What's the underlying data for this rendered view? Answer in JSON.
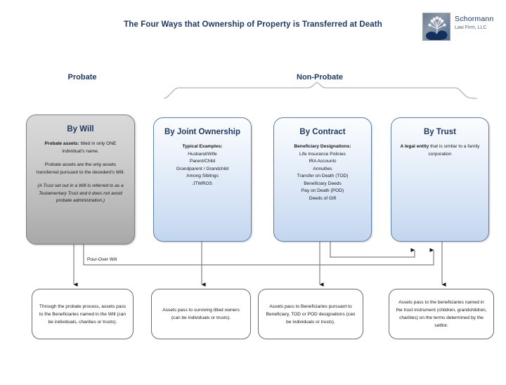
{
  "document": {
    "title": "The Four Ways that Ownership of Property is Transferred at Death"
  },
  "logo": {
    "icon": "tree-logo-icon",
    "name": "Schormann",
    "subtitle": "Law Firm, LLC"
  },
  "groups": {
    "probate_label": "Probate",
    "nonprobate_label": "Non-Probate"
  },
  "cards": {
    "will": {
      "title": "By Will",
      "p1_bold": "Probate assets:",
      "p1_rest": "  titled in only ONE individual's name.",
      "p2": "Probate assets are the only assets transferred pursuant to the decedent's Will.",
      "p3_italic": "(A Trust set out in a Will is referred to as a Testamentary Trust and it does not avoid probate administration.)"
    },
    "joint": {
      "title": "By Joint Ownership",
      "list_head": "Typical Examples:",
      "items": [
        "Husband/Wife",
        "Parent/Child",
        "Grandparent / Grandchild",
        "Among Siblings",
        "JTWROS"
      ]
    },
    "contract": {
      "title": "By Contract",
      "list_head": "Beneficiary Designations:",
      "items": [
        "Life Insurance Policies",
        "IRA Accounts",
        "Annuities",
        "Transfer on Death (TOD)",
        "Beneficiary Deeds",
        "Pay on Death (POD)",
        "Deeds of Gift"
      ]
    },
    "trust": {
      "title": "By Trust",
      "p1_bold": "A legal entity",
      "p1_rest": " that is similar to a family corporation"
    }
  },
  "outcomes": {
    "will": "Through the probate process, assets pass to the Beneficiaries named in the Will (can be individuals, charities or trusts).",
    "joint": "Assets pass to surviving titled owners (can be individuals or trusts).",
    "contract": "Assets pass to Beneficiaries pursuant to Beneficiary, TOD or POD designations (can be individuals or trusts).",
    "trust": "Assets pass to the beneficiaries named in the trust instrument (children, grandchildren, charities) on the terms determined by the settlor."
  },
  "connectors": {
    "pour_over_label": "Pour-Over Will"
  },
  "colors": {
    "heading_blue": "#1f3864",
    "card_border_blue": "#5d7fa6",
    "card_border_gray": "#7f7f7f",
    "connector_gray": "#808080"
  }
}
